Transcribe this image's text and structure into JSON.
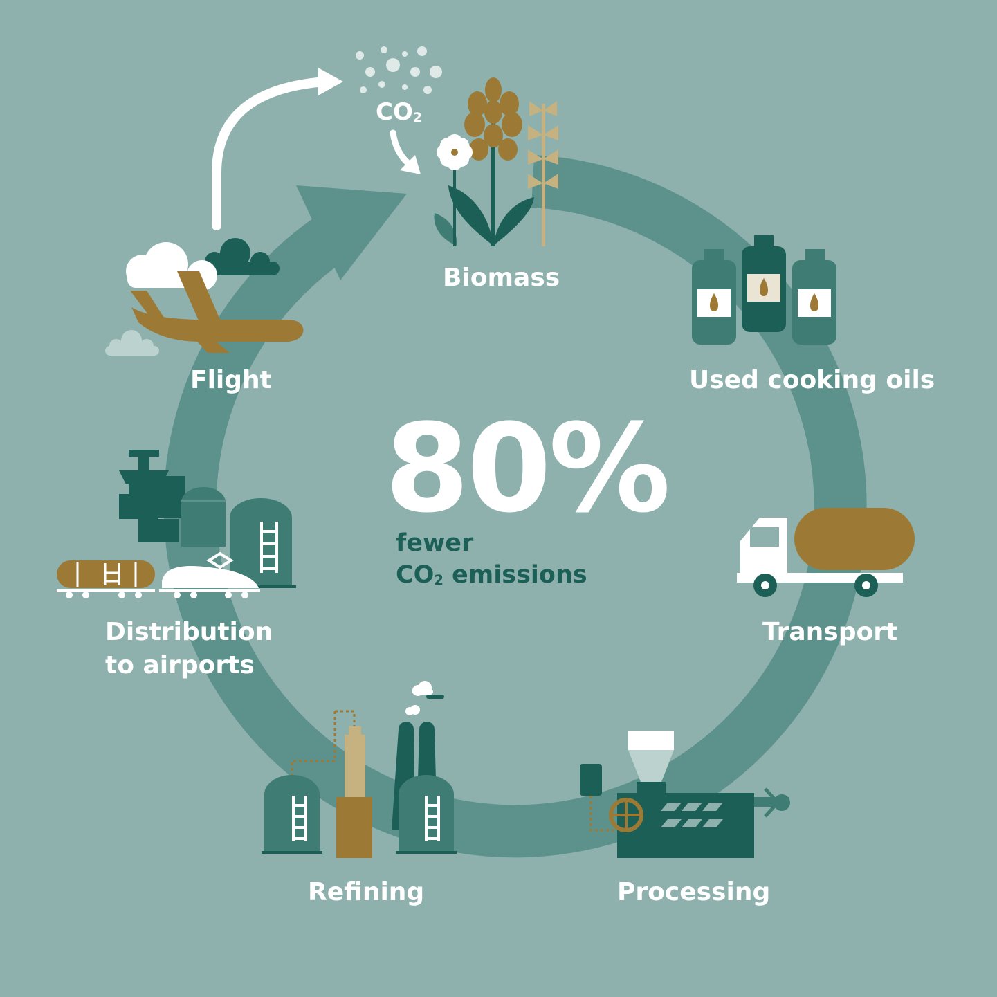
{
  "steps": {
    "biomass": "Biomass",
    "oils": "Used cooking oils",
    "transport": "Transport",
    "processing": "Processing",
    "refining": "Refining",
    "distribution_line1": "Distribution",
    "distribution_line2": "to airports",
    "flight": "Flight"
  },
  "center": {
    "percent": "80%",
    "line1": "fewer",
    "line2_prefix": "CO",
    "line2_sub": "2",
    "line2_suffix": " emissions"
  },
  "co2": {
    "prefix": "CO",
    "sub": "2"
  },
  "colors": {
    "background": "#8eb1ad",
    "ring": "#5d918b",
    "dark_teal": "#1c5f57",
    "mid_teal": "#3f7c74",
    "gold": "#9c7a35",
    "light_gold": "#c6b280",
    "white": "#ffffff"
  },
  "icons": [
    "co2-bubbles-icon",
    "biomass-plants-icon",
    "oil-bottles-icon",
    "tank-truck-icon",
    "processing-machine-icon",
    "refinery-icon",
    "airport-distribution-icon",
    "airplane-icon"
  ]
}
